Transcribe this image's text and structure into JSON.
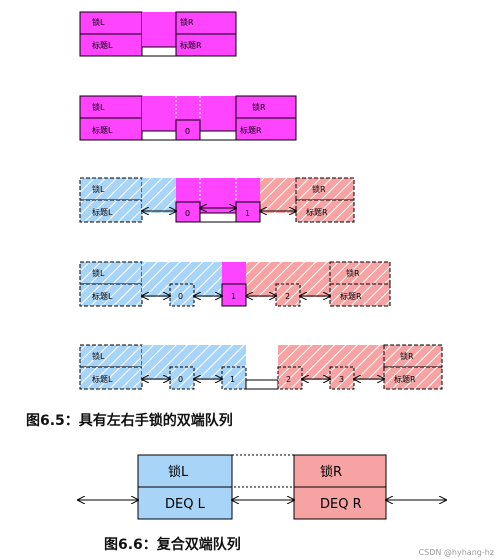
{
  "colors": {
    "magenta": "#ff44ff",
    "blue": "#a8d4f8",
    "red": "#f7a3a3",
    "dark_red": "#f48e8e",
    "outline": "#000000"
  },
  "labels": {
    "lock_left": "锁L",
    "lock_right": "锁R",
    "sentinel_left": "标题L",
    "sentinel_right": "标题R",
    "n0": "0",
    "n1": "1",
    "n2": "2",
    "n3": "3"
  },
  "figure_6_5": {
    "caption": "图6.5：具有左右手锁的双端队列"
  },
  "figure_6_6": {
    "caption": "图6.6：复合双端队列",
    "lock_left": "锁L",
    "lock_right": "锁R",
    "deq_left": "DEQ L",
    "deq_right": "DEQ R"
  },
  "watermark": "CSDN @hyhang-hz"
}
